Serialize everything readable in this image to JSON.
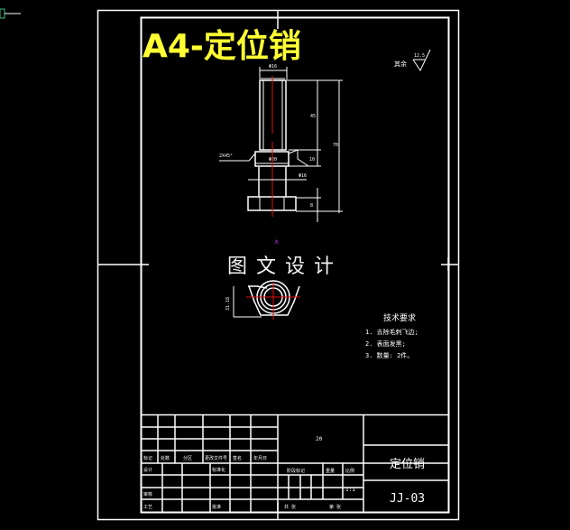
{
  "drawing": {
    "title": "A4-定位销",
    "watermark": "图文设计",
    "surface_finish": {
      "label": "其余",
      "value": "12.5"
    },
    "dimensions": {
      "top_diameter": "Φ16",
      "collar_diameter": "Φ20",
      "neck_diameter": "Φ16",
      "chamfer": "2X45°",
      "total_length": "70",
      "upper_length": "45",
      "collar_height": "10",
      "head_height": "8",
      "top_view_dim": "31.18"
    },
    "tech_requirements": {
      "heading": "技术要求",
      "items": [
        "1. 去除毛刺飞边;",
        "2. 表面发黑;",
        "3. 数量: 2件。"
      ]
    },
    "title_block": {
      "part_name": "定位销",
      "drawing_number": "JJ-03",
      "scale": "1:1",
      "material": "20",
      "row_labels": [
        "标记",
        "处数",
        "分区",
        "更改文件号",
        "签名",
        "年月日"
      ],
      "designer_label": "设计",
      "standardize_label": "标准化",
      "checker_label": "审核",
      "process_label": "工艺",
      "approve_label": "批准",
      "stage_label": "阶段标记",
      "weight_label": "重量",
      "ratio_label": "比例",
      "sheets_label": "共 张",
      "sheet_label": "第 张"
    }
  },
  "colors": {
    "background": "#000000",
    "line": "#ffffff",
    "title": "#ffff33",
    "center_line": "#e01010",
    "ucs_marker": "#a020c0",
    "axis_icon": "#40c080"
  }
}
